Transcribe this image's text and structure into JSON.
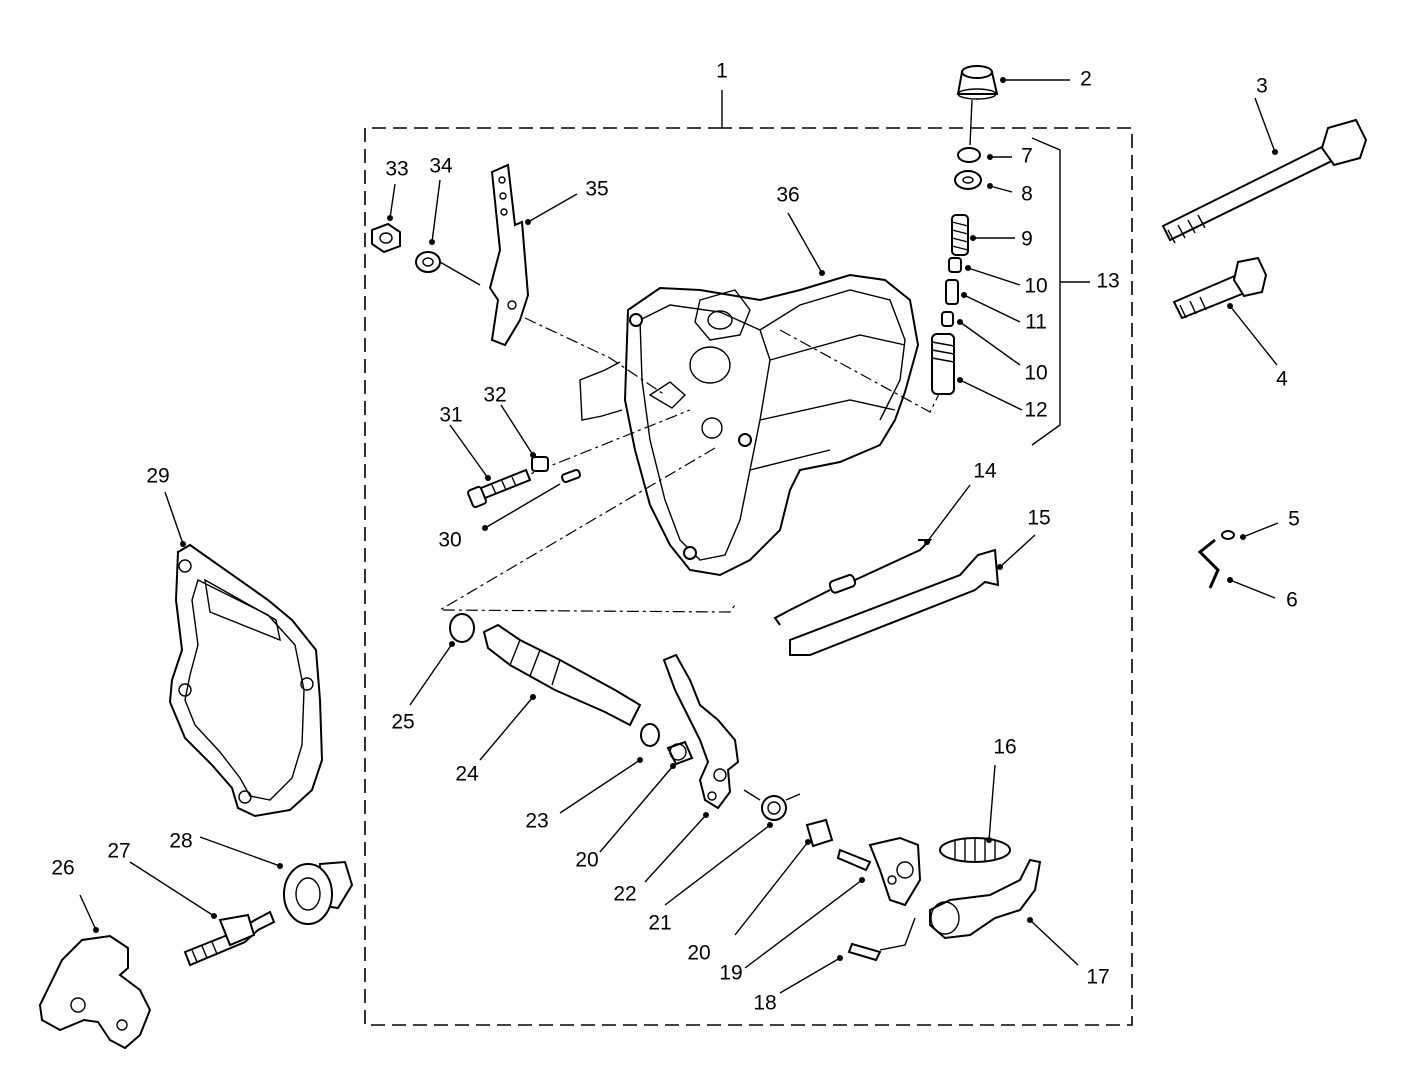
{
  "diagram": {
    "labels": {
      "c1": "1",
      "c2": "2",
      "c3": "3",
      "c4": "4",
      "c5": "5",
      "c6": "6",
      "c7": "7",
      "c8": "8",
      "c9": "9",
      "c10a": "10",
      "c10b": "10",
      "c11": "11",
      "c12": "12",
      "c13": "13",
      "c14": "14",
      "c15": "15",
      "c16": "16",
      "c17": "17",
      "c18": "18",
      "c19": "19",
      "c20a": "20",
      "c20b": "20",
      "c21": "21",
      "c22": "22",
      "c23": "23",
      "c24": "24",
      "c25": "25",
      "c26": "26",
      "c27": "27",
      "c28": "28",
      "c29": "29",
      "c30": "30",
      "c31": "31",
      "c32": "32",
      "c33": "33",
      "c34": "34",
      "c35": "35",
      "c36": "36"
    }
  }
}
